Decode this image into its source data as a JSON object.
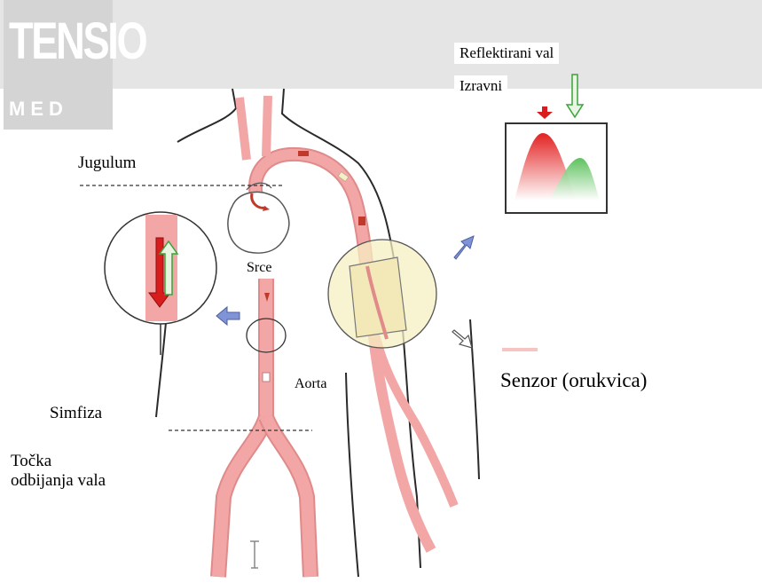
{
  "logo": {
    "brand_text": "TENSIO",
    "sub_text": "MED"
  },
  "labels": {
    "reflected_wave": "Reflektirani val",
    "direct_wave": "Izravni",
    "jugulum": "Jugulum",
    "heart": "Srce",
    "aorta": "Aorta",
    "sensor": "Senzor (orukvica)",
    "symphysis": "Simfiza",
    "reflection_point_line1": "Točka",
    "reflection_point_line2": "odbijanja vala"
  },
  "colors": {
    "vessel": "#f2a6a6",
    "vessel_outline": "#e08a8a",
    "arrow_red": "#d91c1c",
    "arrow_green": "#3aa33a",
    "sensor_fill": "#f6efc2",
    "blue_arrow": "#7f93d6"
  },
  "icons": {
    "logo": "tensiomed-logo",
    "wave_chart": "pulse-wave-chart",
    "magnifier": "vessel-magnifier",
    "outflow_arrow": "blue-arrow",
    "cuff": "sensor-cuff"
  }
}
